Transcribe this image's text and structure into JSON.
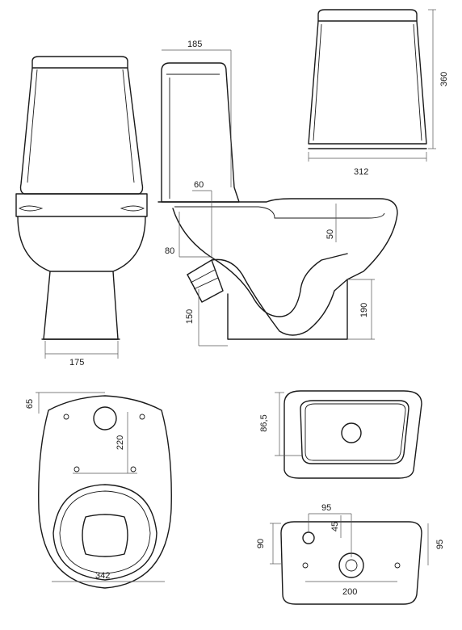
{
  "dimensions": {
    "tank_depth": "185",
    "tank_height": "360",
    "tank_width": "312",
    "inlet_setback": "60",
    "outlet_height_low": "80",
    "water_depth": "50",
    "outlet_height": "150",
    "base_height": "190",
    "base_width": "175",
    "fix_offset": "65",
    "fix_spacing": "220",
    "bowl_length": "342",
    "tank_inner_depth": "86,5",
    "tank_bottom_offset": "95",
    "tank_bottom_hole": "45",
    "tank_bottom_90": "90",
    "tank_bottom_95": "95",
    "tank_bottom_span": "200"
  }
}
